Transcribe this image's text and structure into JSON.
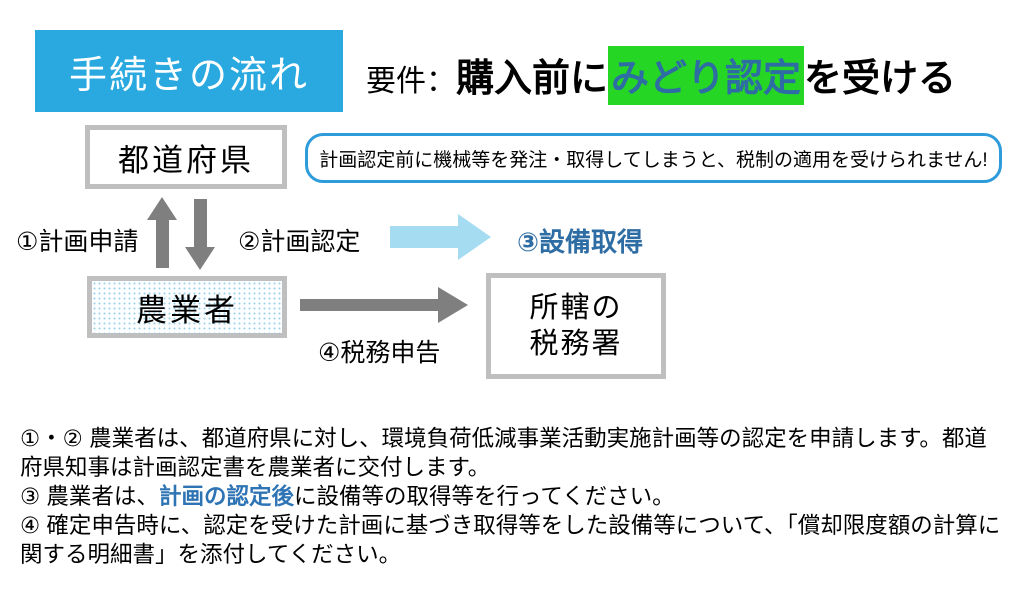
{
  "colors": {
    "title_bg": "#29A9E0",
    "highlight_green": "#25D625",
    "highlight_text_blue": "#2E6DA4",
    "step3_blue": "#2E6DA4",
    "note_blue": "#2E74B5",
    "warning_border": "#2E9BDB",
    "gray_arrow": "#7F7F7F",
    "light_blue_arrow": "#A6DCF2",
    "box_border_gray": "#BFBFBF",
    "dot_blue": "#9FD4E8"
  },
  "title": "手続きの流れ",
  "heading": {
    "prefix": "要件：",
    "before_highlight": "購入前に",
    "highlight": "みどり認定",
    "after_highlight": "を受ける"
  },
  "warning": "計画認定前に機械等を発注・取得してしまうと、税制の適用を受けられません!",
  "flow": {
    "prefecture_box": "都道府県",
    "farmer_box": "農業者",
    "tax_office_line1": "所轄の",
    "tax_office_line2": "税務署",
    "step1_label": "①計画申請",
    "step2_label": "②計画認定",
    "step3_label": "③設備取得",
    "step4_label": "④税務申告"
  },
  "notes": {
    "para1": "①・② 農業者は、都道府県に対し、環境負荷低減事業活動実施計画等の認定を申請します。都道府県知事は計画認定書を農業者に交付します。",
    "para2_pre": "③ 農業者は、",
    "para2_highlight": "計画の認定後",
    "para2_post": "に設備等の取得等を行ってください。",
    "para3": "④ 確定申告時に、認定を受けた計画に基づき取得等をした設備等について、「償却限度額の計算に関する明細書」を添付してください。"
  }
}
